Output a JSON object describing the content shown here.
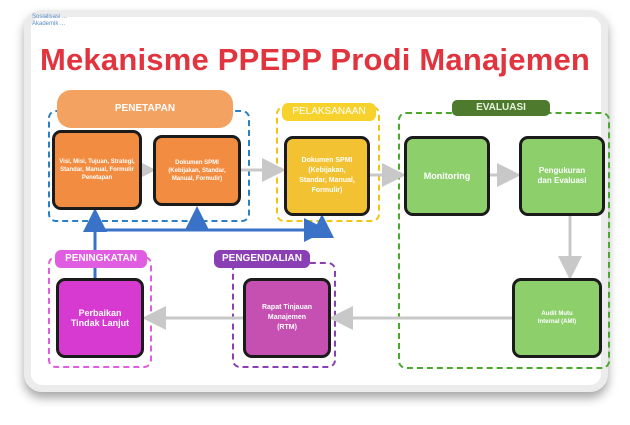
{
  "header_small": "Sosialisasi ...\nAkademik ...",
  "title": "Mekanisme PPEPP Prodi Manajemen",
  "tags": {
    "penetapan": "PENETAPAN",
    "pelaksanaan": "PELAKSANAAN",
    "evaluasi": "EVALUASI",
    "peningkatan": "PENINGKATAN",
    "pengendalian": "PENGENDALIAN"
  },
  "boxes": {
    "visi": "Visi, Misi, Tujuan, Strategi, Standar, Manual, Formulir Penetapan",
    "dokumen_spmi_1": "Dokumen SPMI\n(Kebijakan, Standar,\nManual, Formulir)",
    "dokumen_spmi_2": "Dokumen SPMI\n(Kebijakan,\nStandar, Manual,\nFormulir)",
    "monitoring": "Monitoring",
    "pengukuran": "Pengukuran\ndan Evaluasi",
    "audit": "Audit Mutu\nInternal (AMI)",
    "rtm": "Rapat Tinjauan\nManajemen\n(RTM)",
    "perbaikan": "Perbaikan\nTindak Lanjut"
  },
  "colors": {
    "title": "#e2343e",
    "penetapan": "#f28c40",
    "pelaksanaan": "#f3c232",
    "evaluasi": "#8ccf6b",
    "pengendalian": "#c64fb2",
    "peningkatan": "#d63ad0",
    "connector_blue": "#3a72c8",
    "connector_gray": "#c8c8c8"
  }
}
